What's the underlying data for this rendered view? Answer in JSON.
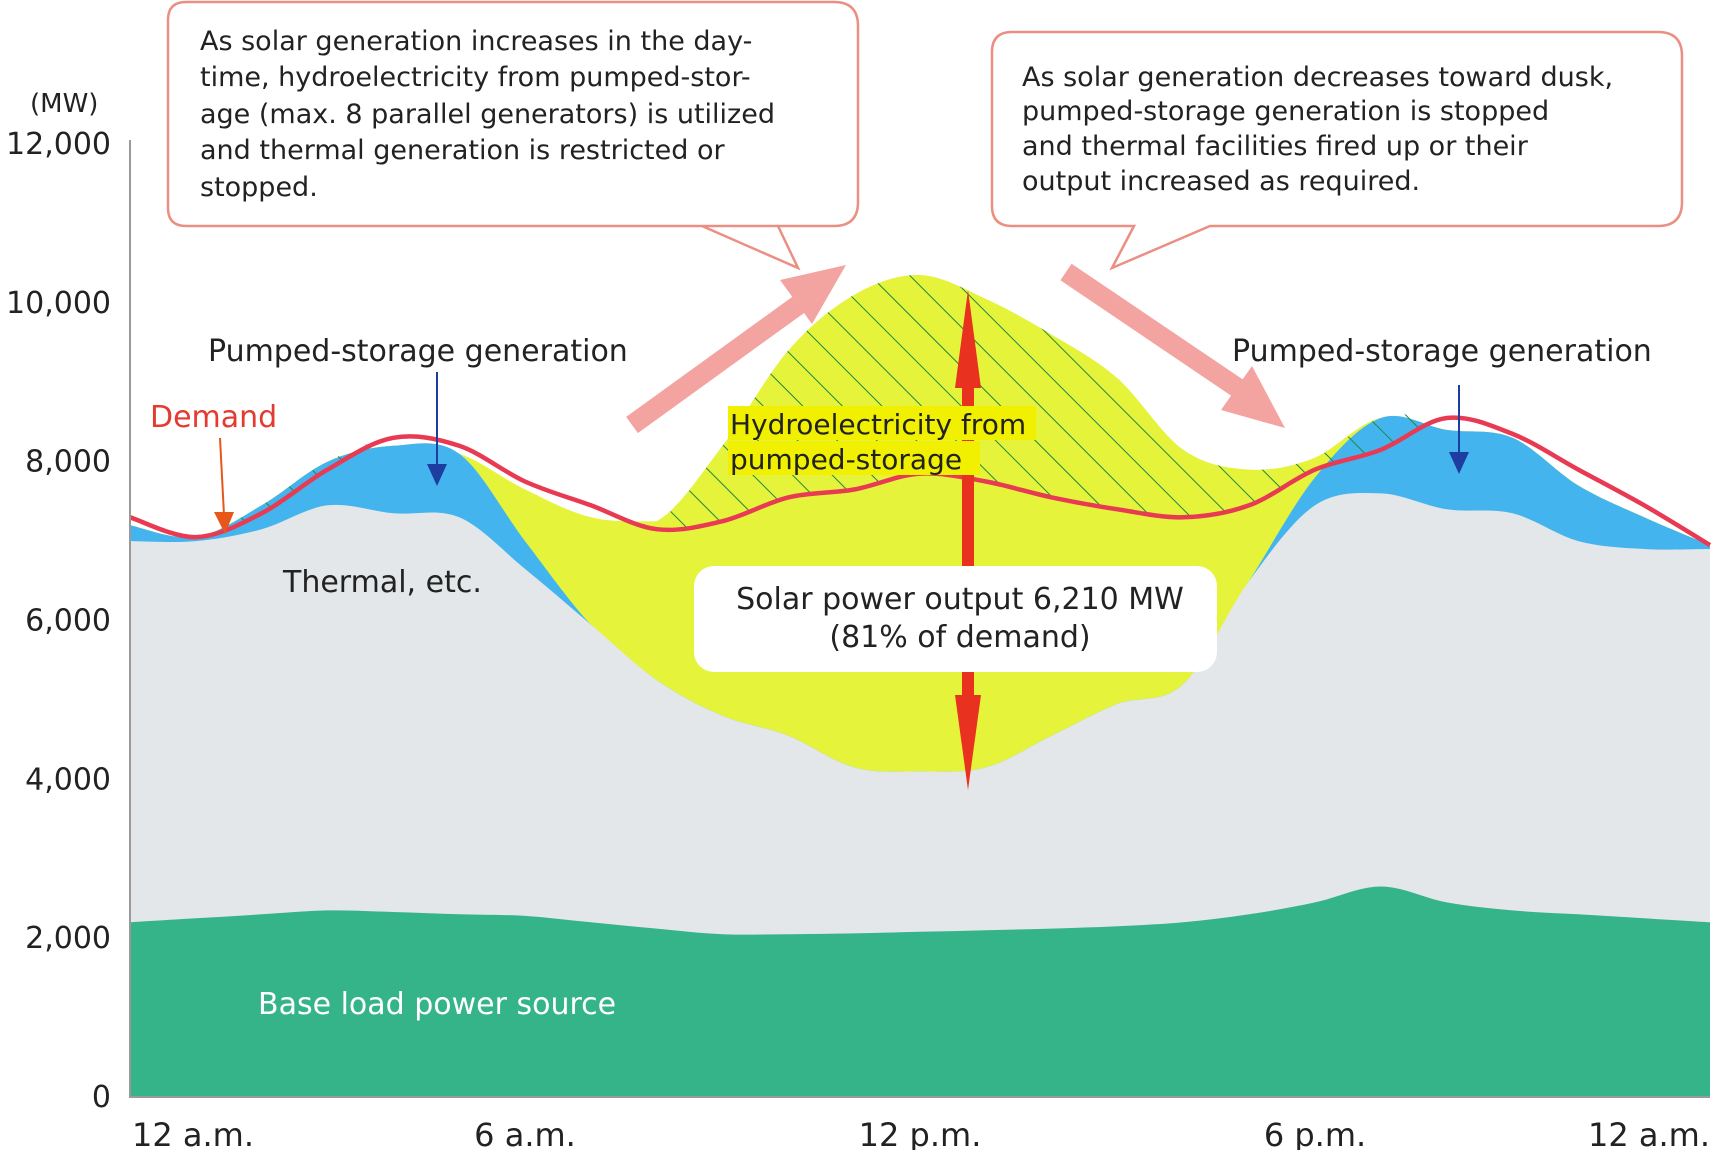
{
  "chart_data": {
    "type": "area",
    "y_unit": "(MW)",
    "ylim": [
      0,
      12000
    ],
    "yticks": [
      "0",
      "2,000",
      "4,000",
      "6,000",
      "8,000",
      "10,000",
      "12,000"
    ],
    "xticks": [
      "12 a.m.",
      "6 a.m.",
      "12 p.m.",
      "6 p.m.",
      "12 a.m."
    ],
    "x_hours": [
      0,
      1,
      2,
      3,
      4,
      5,
      6,
      7,
      8,
      9,
      10,
      11,
      12,
      13,
      14,
      15,
      16,
      17,
      18,
      19,
      20,
      21,
      22,
      23,
      24
    ],
    "series": [
      {
        "name": "Base load power source",
        "color": "#35b48a",
        "values": [
          2200,
          2250,
          2300,
          2350,
          2330,
          2300,
          2280,
          2200,
          2120,
          2050,
          2050,
          2060,
          2080,
          2100,
          2120,
          2150,
          2200,
          2300,
          2450,
          2650,
          2450,
          2350,
          2300,
          2250,
          2200
        ]
      },
      {
        "name": "Thermal, etc.",
        "color": "#e3e7e9",
        "values": [
          7000,
          7000,
          7150,
          7450,
          7350,
          7300,
          6650,
          5950,
          5250,
          4800,
          4550,
          4150,
          4100,
          4150,
          4550,
          4950,
          5200,
          6500,
          7450,
          7600,
          7400,
          7350,
          7000,
          6900,
          6900
        ]
      },
      {
        "name": "Pumped-storage generation",
        "color": "#44b4ef",
        "values": [
          7200,
          7050,
          7450,
          8000,
          8200,
          8100,
          7000,
          5950,
          5250,
          4800,
          4550,
          4150,
          4100,
          4150,
          4550,
          4950,
          5200,
          6500,
          7800,
          8550,
          8400,
          8300,
          7700,
          7300,
          6950
        ]
      },
      {
        "name": "Solar power output",
        "color": "#e5f33b",
        "values": [
          7200,
          7050,
          7450,
          8000,
          8200,
          8100,
          7650,
          7300,
          7250,
          7300,
          7500,
          7750,
          7900,
          7650,
          7500,
          7350,
          7450,
          7800,
          8050,
          8550,
          8400,
          8300,
          7700,
          7300,
          6950
        ]
      },
      {
        "name": "Hydroelectricity from pumped-storage",
        "color": "#e5f33b",
        "values": [
          7200,
          7050,
          7450,
          8000,
          8200,
          8100,
          7650,
          7300,
          7250,
          8200,
          9400,
          10100,
          10350,
          10050,
          9600,
          9050,
          8150,
          7900,
          8050,
          8550,
          8400,
          8300,
          7700,
          7300,
          6950
        ]
      }
    ],
    "demand": {
      "name": "Demand",
      "color": "#e83a52",
      "values": [
        7300,
        7050,
        7350,
        7900,
        8300,
        8200,
        7750,
        7450,
        7150,
        7250,
        7550,
        7650,
        7850,
        7750,
        7550,
        7400,
        7300,
        7450,
        7900,
        8150,
        8550,
        8350,
        7900,
        7450,
        6950
      ]
    },
    "solar_output_mw": 6210
  },
  "labels": {
    "demand": "Demand",
    "pumped_left": "Pumped-storage generation",
    "pumped_right": "Pumped-storage generation",
    "thermal": "Thermal, etc.",
    "base": "Base load power source",
    "hydro_line1": "Hydroelectricity from",
    "hydro_line2": "pumped-storage",
    "solar_line1": "Solar power output 6,210 MW",
    "solar_line2": "(81% of demand)"
  },
  "callouts": {
    "left": [
      "As solar generation increases in the day-",
      "time, hydroelectricity from pumped-stor-",
      "age (max. 8 parallel generators) is utilized",
      "and thermal generation is restricted or",
      "stopped."
    ],
    "right": [
      "As solar generation decreases toward dusk,",
      "pumped-storage generation is stopped",
      "and thermal facilities fired up or their",
      "output increased as required."
    ]
  },
  "colors": {
    "callout_border": "#eb8f82",
    "trend_arrow": "#f4a4a0",
    "solar_arrow": "#e8321f",
    "pumped_arrow": "#1e3da0",
    "demand_arrow": "#e8571a",
    "axis": "#999999"
  }
}
